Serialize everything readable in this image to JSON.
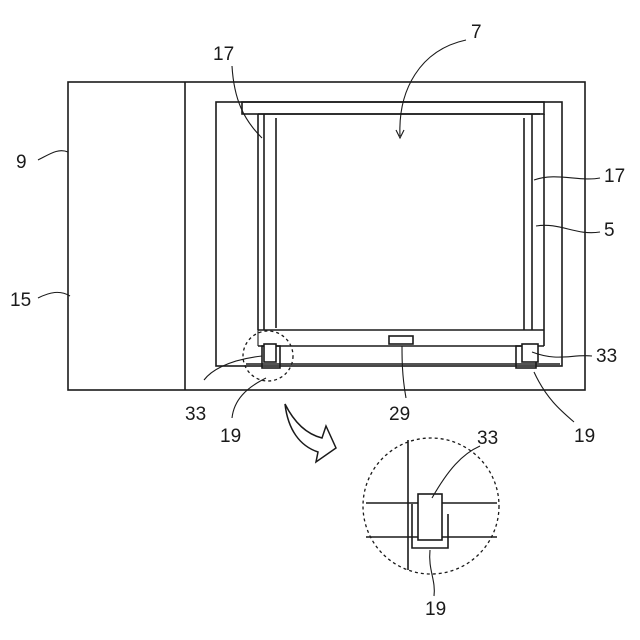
{
  "labels": {
    "ref_7": "7",
    "ref_17_left": "17",
    "ref_17_right": "17",
    "ref_9": "9",
    "ref_15": "15",
    "ref_5": "5",
    "ref_33_left": "33",
    "ref_33_right": "33",
    "ref_33_detail": "33",
    "ref_19_left": "19",
    "ref_19_right": "19",
    "ref_19_detail": "19",
    "ref_29": "29"
  }
}
